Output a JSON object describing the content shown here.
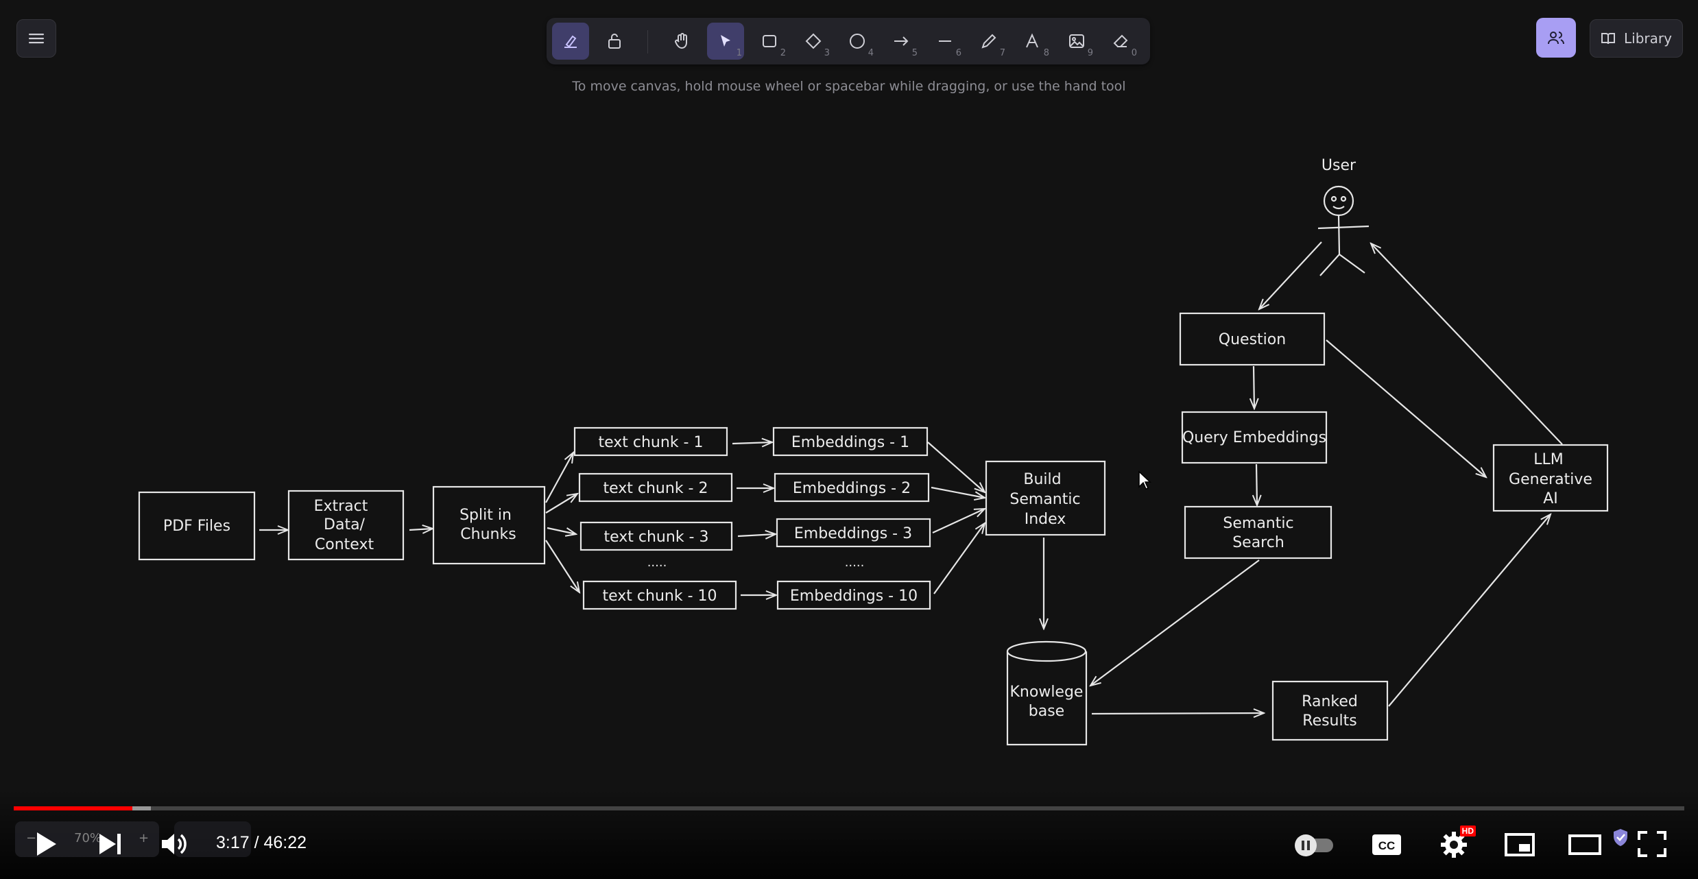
{
  "toolbar": {
    "tools": [
      {
        "name": "lock",
        "num": ""
      },
      {
        "name": "hand",
        "num": ""
      },
      {
        "name": "selection",
        "num": "1"
      },
      {
        "name": "rectangle",
        "num": "2"
      },
      {
        "name": "diamond",
        "num": "3"
      },
      {
        "name": "ellipse",
        "num": "4"
      },
      {
        "name": "arrow",
        "num": "5"
      },
      {
        "name": "line",
        "num": "6"
      },
      {
        "name": "draw",
        "num": "7"
      },
      {
        "name": "text",
        "num": "8"
      },
      {
        "name": "image",
        "num": "9"
      },
      {
        "name": "eraser",
        "num": "0"
      }
    ],
    "hint": "To move canvas, hold mouse wheel or spacebar while dragging, or use the hand tool"
  },
  "header": {
    "library_label": "Library"
  },
  "diagram": {
    "pdf_files": [
      "PDF Files"
    ],
    "extract": [
      "Extract",
      "Data/",
      "Context"
    ],
    "split": [
      "Split in",
      "Chunks"
    ],
    "chunks": [
      "text chunk - 1",
      "text chunk - 2",
      "text chunk - 3",
      "text chunk - 10"
    ],
    "embeddings": [
      "Embeddings - 1",
      "Embeddings - 2",
      "Embeddings - 3",
      "Embeddings - 10"
    ],
    "ellipsis": ".....",
    "build_index": [
      "Build",
      "Semantic",
      "Index"
    ],
    "knowledge_base": [
      "Knowlege",
      "base"
    ],
    "user": "User",
    "question": "Question",
    "query_embeddings": "Query Embeddings",
    "semantic_search": [
      "Semantic",
      "Search"
    ],
    "llm": [
      "LLM",
      "Generative",
      "AI"
    ],
    "ranked_results": [
      "Ranked",
      "Results"
    ]
  },
  "player": {
    "current_time": "3:17",
    "duration": "46:22",
    "time_display": "3:17 / 46:22",
    "progress_fraction": 0.071,
    "buffered_fraction": 0.082,
    "zoom_label": "70%",
    "hd_badge": "HD",
    "accent": "#ff0000"
  }
}
